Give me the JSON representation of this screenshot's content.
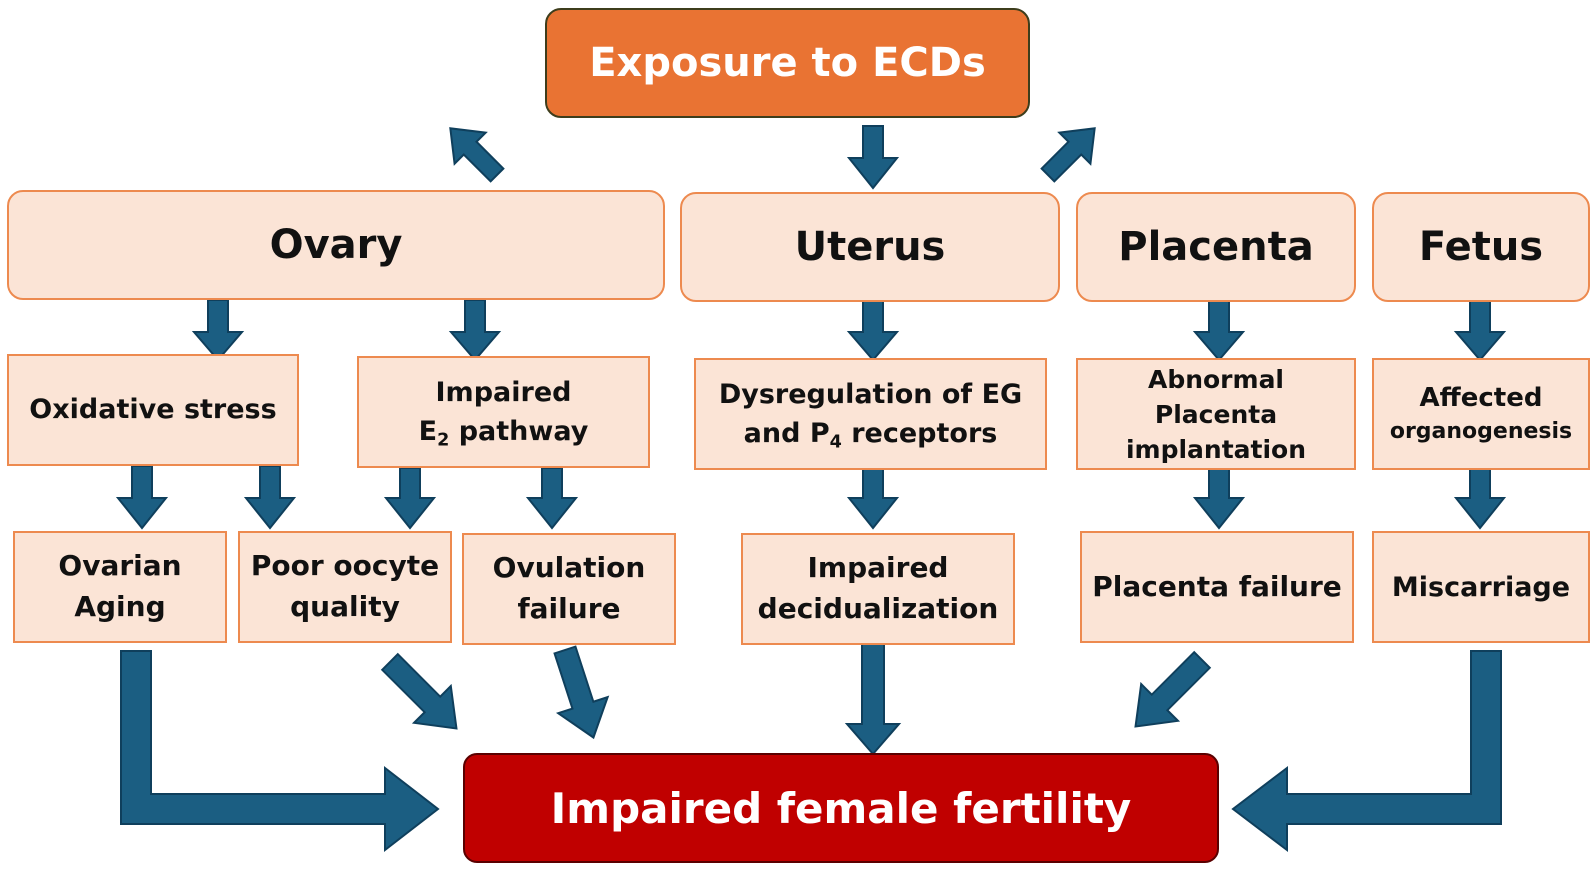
{
  "top": {
    "label": "Exposure to ECDs"
  },
  "organs": {
    "ovary": "Ovary",
    "uterus": "Uterus",
    "placenta": "Placenta",
    "fetus": "Fetus"
  },
  "mechanisms": {
    "oxidative_stress": "Oxidative stress",
    "e2_line1": "Impaired",
    "e2_prefix": "E",
    "e2_sub": "2",
    "e2_suffix": " pathway",
    "dysreg_line1": "Dysregulation of EG",
    "dysreg_prefix": "and P",
    "dysreg_sub": "4",
    "dysreg_suffix": " receptors",
    "placenta_line1": "Abnormal",
    "placenta_line2": "Placenta",
    "placenta_line3": "implantation",
    "fetus_line1": "Affected",
    "fetus_line2": "organogenesis"
  },
  "outcomes": {
    "ovarian_aging_line1": "Ovarian",
    "ovarian_aging_line2": "Aging",
    "oocyte_line1": "Poor oocyte",
    "oocyte_line2": "quality",
    "ovulation_line1": "Ovulation",
    "ovulation_line2": "failure",
    "decid_line1": "Impaired",
    "decid_line2": "decidualization",
    "placenta_failure": "Placenta failure",
    "miscarriage": "Miscarriage"
  },
  "bottom": {
    "label": "Impaired female fertility"
  },
  "colors": {
    "arrow_fill": "#1b5e82",
    "arrow_stroke": "#0f3f5c",
    "top_fill": "#e97333",
    "bottom_fill": "#c00000",
    "box_fill": "#fbe4d6",
    "box_border": "#ed8a4f"
  }
}
